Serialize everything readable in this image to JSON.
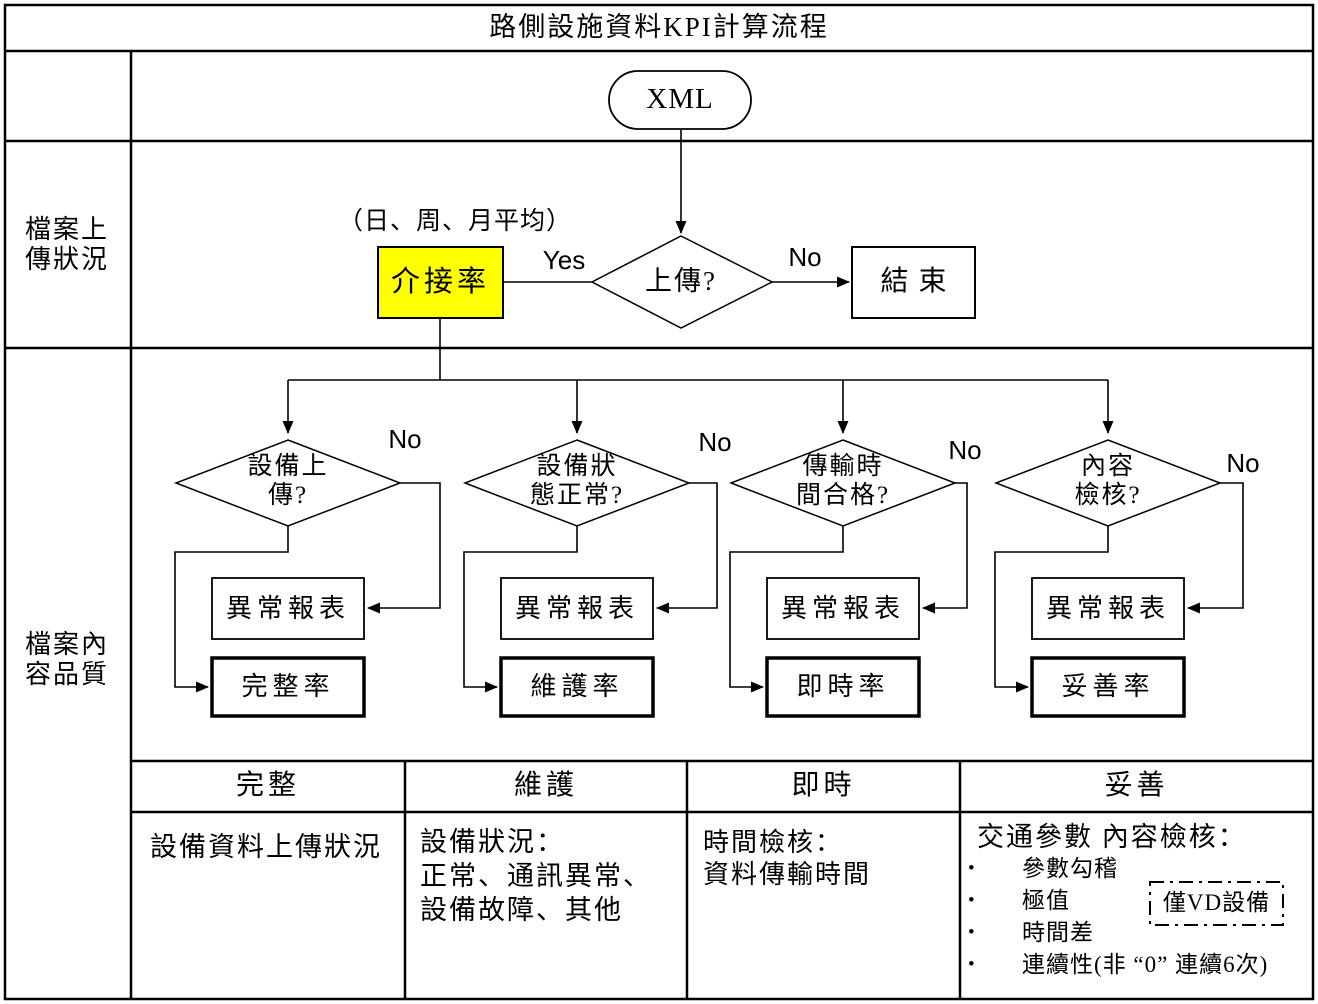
{
  "title": "路側設施資料KPI計算流程",
  "colors": {
    "highlight": "#FFFF00",
    "line": "#000000"
  },
  "row_labels": {
    "upload": [
      "檔案上",
      "傳狀況"
    ],
    "quality": [
      "檔案內",
      "容品質"
    ]
  },
  "flow": {
    "start": "XML",
    "avg_note": "（日、周、月平均）",
    "interface_rate": "介接率",
    "yes": "Yes",
    "no": "No",
    "upload_question": "上傳?",
    "end": "結束",
    "branches": [
      {
        "question": [
          "設備上",
          "傳?"
        ],
        "no": "No",
        "report": "異常報表",
        "rate": "完整率"
      },
      {
        "question": [
          "設備狀",
          "態正常?"
        ],
        "no": "No",
        "report": "異常報表",
        "rate": "維護率"
      },
      {
        "question": [
          "傳輸時",
          "間合格?"
        ],
        "no": "No",
        "report": "異常報表",
        "rate": "即時率"
      },
      {
        "question": [
          "內容",
          "檢核?"
        ],
        "no": "No",
        "report": "異常報表",
        "rate": "妥善率"
      }
    ]
  },
  "table": {
    "headers": [
      "完整",
      "維護",
      "即時",
      "妥善"
    ],
    "complete_cell": [
      "設備資料上傳狀況"
    ],
    "maintain_cell": [
      "設備狀況：",
      "正常、通訊異常、",
      "設備故障、其他"
    ],
    "realtime_cell": [
      "時間檢核：",
      "資料傳輸時間"
    ],
    "quality_cell": {
      "intro": "交通參數  內容檢核：",
      "bullet_char": "•",
      "bullets": [
        "參數勾稽",
        "極值",
        "時間差",
        "連續性(非 “0” 連續6次)"
      ],
      "vd_note": "僅VD設備"
    }
  }
}
